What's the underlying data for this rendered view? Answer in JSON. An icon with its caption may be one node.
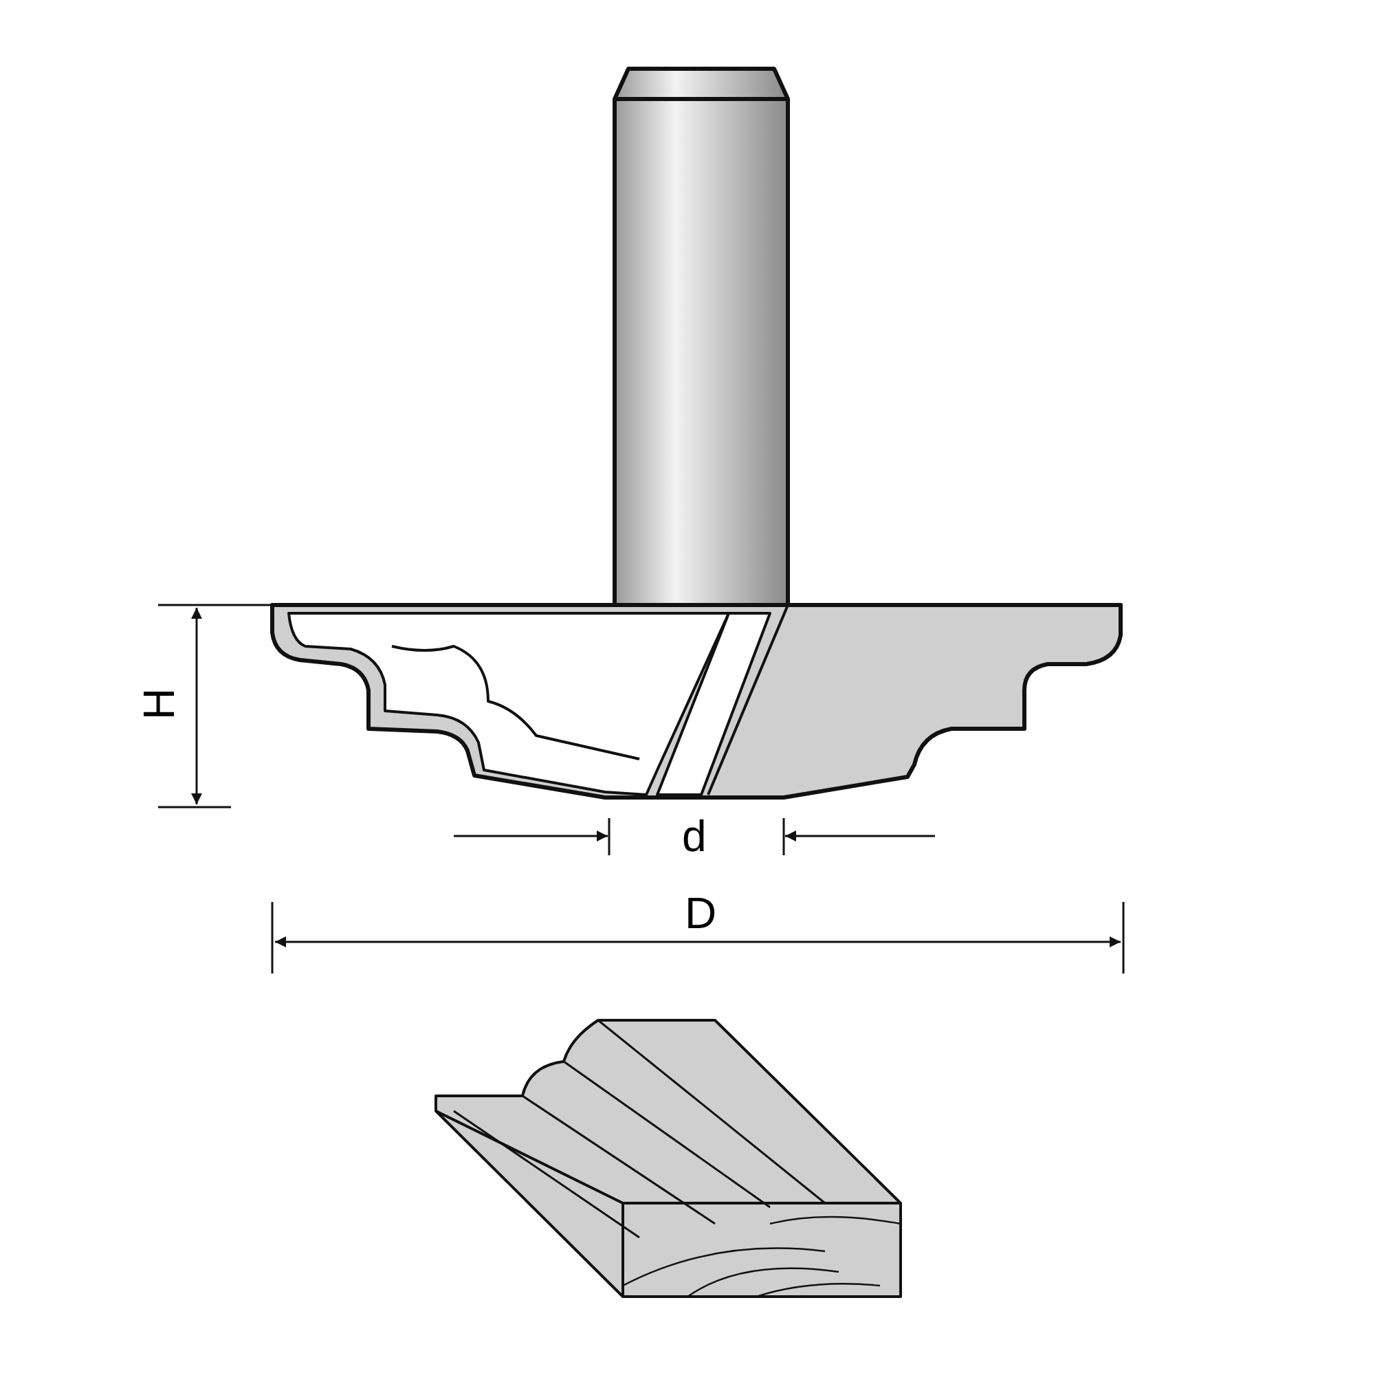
{
  "diagram": {
    "labels": [
      "H",
      "d",
      "D"
    ]
  }
}
